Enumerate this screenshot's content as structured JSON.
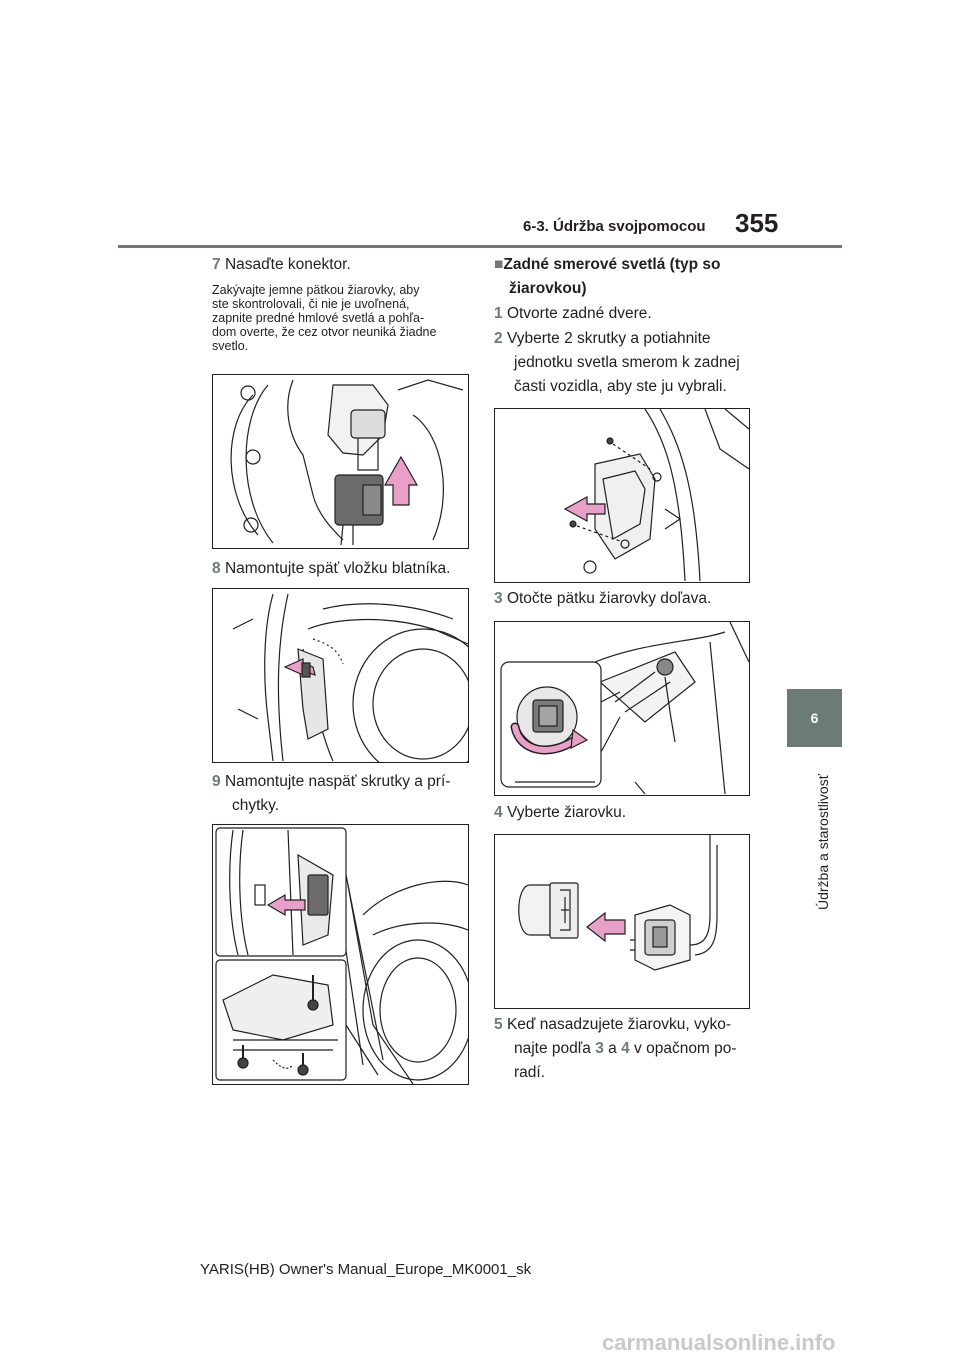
{
  "header": {
    "section": "6-3. Údržba svojpomocou",
    "page_number": "355"
  },
  "chapter": {
    "number": "6",
    "title": "Údržba a starostlivosť"
  },
  "left_column": {
    "step7": {
      "num": "7",
      "text": "Nasaďte konektor."
    },
    "step7_note": [
      "Zakývajte jemne pätkou žiarovky, aby",
      "ste skontrolovali, či nie je uvoľnená,",
      "zapnite predné hmlové svetlá a pohľa-",
      "dom overte, že cez otvor neuniká žiadne",
      "svetlo."
    ],
    "step8": {
      "num": "8",
      "text": "Namontujte späť vložku blatníka."
    },
    "step9": {
      "num": "9",
      "lines": [
        "Namontujte naspäť skrutky a prí-",
        "chytky."
      ]
    }
  },
  "right_column": {
    "heading": {
      "bullet": "■",
      "lines": [
        "Zadné smerové svetlá (typ so",
        "žiarovkou)"
      ]
    },
    "step1": {
      "num": "1",
      "text": "Otvorte zadné dvere."
    },
    "step2": {
      "num": "2",
      "lines": [
        "Vyberte 2 skrutky a potiahnite",
        "jednotku svetla smerom k zadnej",
        "časti vozidla, aby ste ju vybrali."
      ]
    },
    "step3": {
      "num": "3",
      "text": "Otočte pätku žiarovky doľava."
    },
    "step4": {
      "num": "4",
      "text": "Vyberte žiarovku."
    },
    "step5": {
      "num": "5",
      "line1": "Keď nasadzujete žiarovku, vyko-",
      "line2_pre": "najte podľa ",
      "ref_a": "3",
      "line2_mid": " a ",
      "ref_b": "4",
      "line2_post": " v opačnom po-",
      "line3": "radí."
    }
  },
  "footer": "YARIS(HB) Owner's Manual_Europe_MK0001_sk",
  "watermark": "carmanualsonline.info",
  "colors": {
    "accent": "#6d7b78",
    "arrow": "#e9a0c8",
    "text": "#231f20"
  }
}
